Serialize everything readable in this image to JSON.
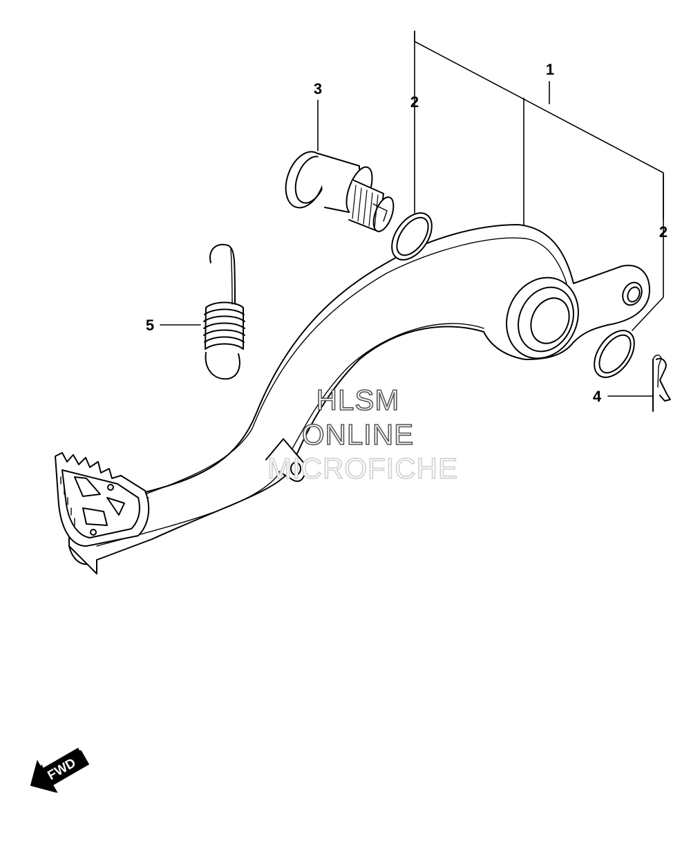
{
  "callouts": [
    {
      "id": "1",
      "label": "1"
    },
    {
      "id": "2a",
      "label": "2"
    },
    {
      "id": "2b",
      "label": "2"
    },
    {
      "id": "3",
      "label": "3"
    },
    {
      "id": "4",
      "label": "4"
    },
    {
      "id": "5",
      "label": "5"
    }
  ],
  "watermark": {
    "line1": "HLSM",
    "line2": "ONLINE",
    "line3": "MICROFICHE"
  },
  "direction_badge": {
    "label": "FWD"
  },
  "colors": {
    "line": "#000000",
    "background": "#ffffff"
  }
}
